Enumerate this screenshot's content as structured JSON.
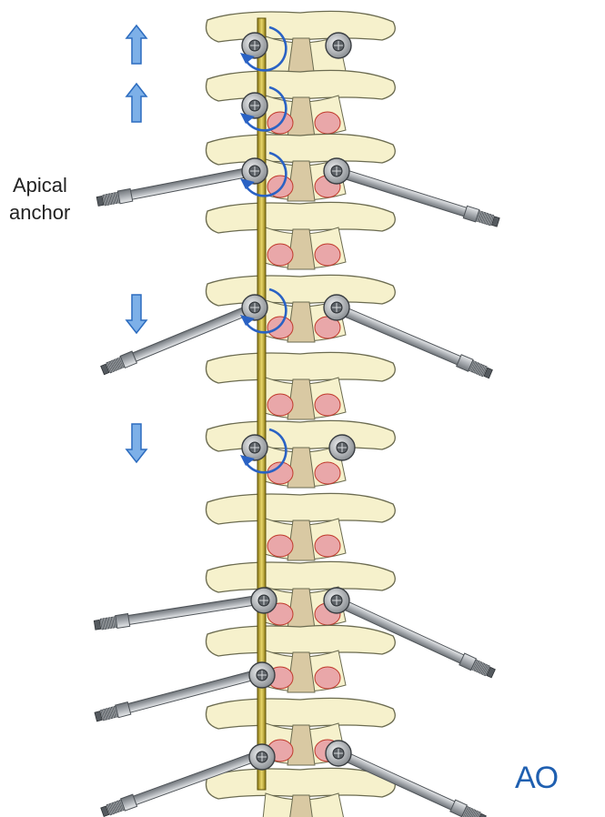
{
  "annotation": {
    "line1": "Apical",
    "line2": "anchor"
  },
  "logo": {
    "text": "AO"
  },
  "colors": {
    "bone": "#f6f1cc",
    "bone_outline": "#6b6b50",
    "disc": "#d9c9a3",
    "facet_pink": "#e9a7a9",
    "facet_outline": "#c0392b",
    "rod": "#c9b233",
    "screw_shaft": "#b9bcc0",
    "arrow_blue": "#5a96d6",
    "rotation_blue": "#2a62c4",
    "logo_blue": "#1f5fb0"
  },
  "icons": {
    "up_arrow": "up-arrow-icon",
    "down_arrow": "down-arrow-icon",
    "rotation": "rotation-arrow-icon",
    "screw": "pedicle-screw-icon"
  }
}
